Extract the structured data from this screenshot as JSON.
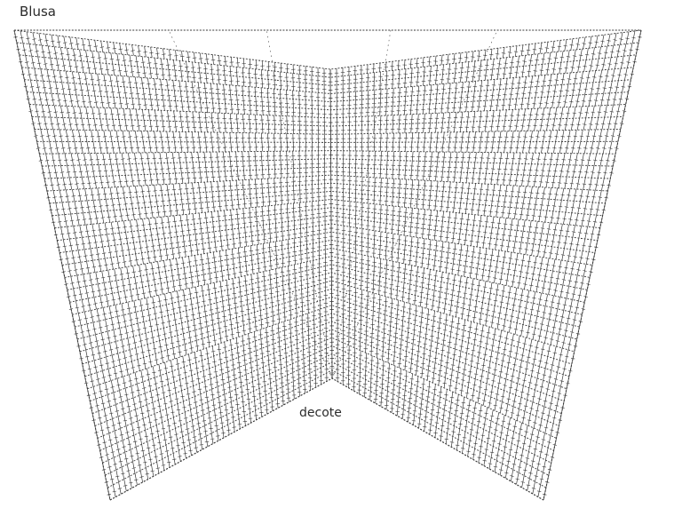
{
  "title": "Blusa",
  "neck_label": "decote",
  "colors": {
    "ink": "#3a3a3a",
    "background": "#ffffff"
  },
  "symbols": [
    "chain-stitch",
    "double-crochet",
    "increase-corner"
  ]
}
